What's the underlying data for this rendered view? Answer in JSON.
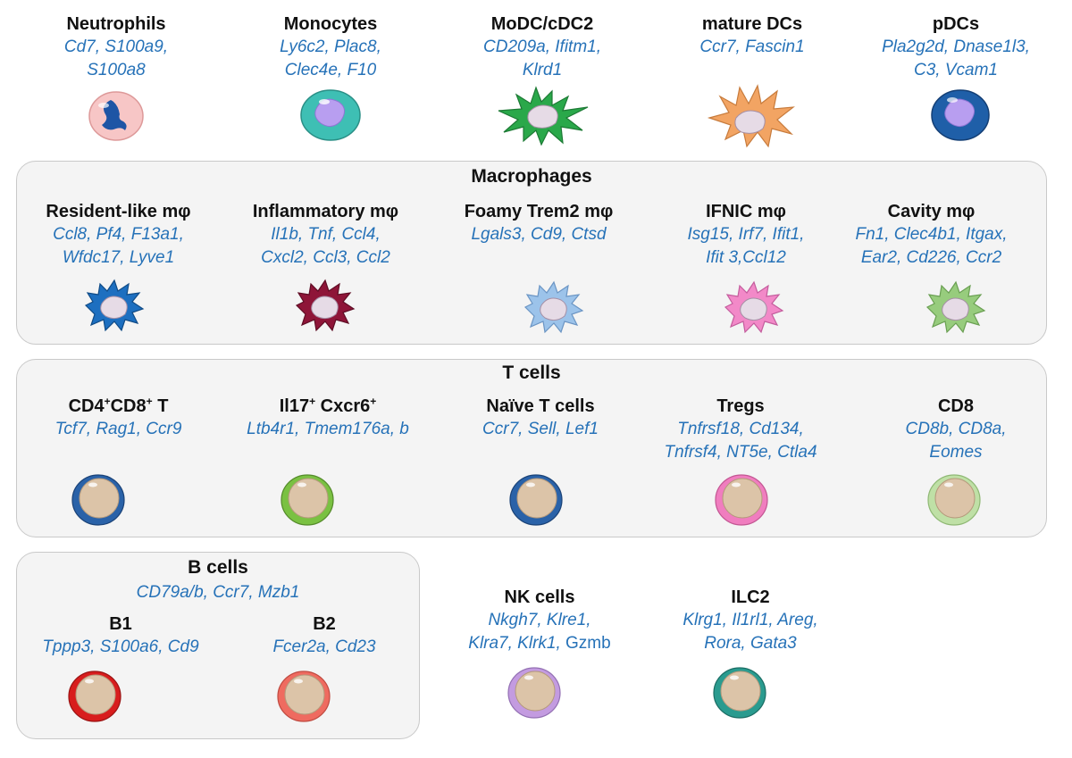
{
  "top_row": [
    {
      "name": "Neutrophils",
      "genes": [
        "Cd7, S100a9,",
        "S100a8"
      ],
      "color": "#f7c6c6",
      "icon": "neutrophil-icon"
    },
    {
      "name": "Monocytes",
      "genes": [
        "Ly6c2, Plac8,",
        "Clec4e, F10"
      ],
      "color": "#3ebfb4",
      "icon": "monocyte-icon"
    },
    {
      "name": "MoDC/cDC2",
      "genes": [
        "CD209a, Ifitm1,",
        "Klrd1"
      ],
      "color": "#2aa84a",
      "icon": "dendritic-cell-icon"
    },
    {
      "name": "mature DCs",
      "genes": [
        "Ccr7, Fascin1"
      ],
      "color": "#f2a463",
      "icon": "dendritic-cell-icon"
    },
    {
      "name": "pDCs",
      "genes": [
        "Pla2g2d, Dnase1l3,",
        "C3, Vcam1"
      ],
      "color": "#1f5fa8",
      "icon": "pdc-icon"
    }
  ],
  "macrophages": {
    "title": "Macrophages",
    "cells": [
      {
        "name": "Resident-like mφ",
        "genes": [
          "Ccl8, Pf4, F13a1,",
          "Wfdc17, Lyve1"
        ],
        "color": "#1d6fc0",
        "icon": "macrophage-icon"
      },
      {
        "name": "Inflammatory mφ",
        "genes": [
          "Il1b, Tnf, Ccl4,",
          "Cxcl2, Ccl3, Ccl2"
        ],
        "color": "#8e1538",
        "icon": "macrophage-icon"
      },
      {
        "name": "Foamy Trem2 mφ",
        "genes": [
          "Lgals3, Cd9, Ctsd"
        ],
        "color": "#9cc3ea",
        "icon": "macrophage-icon"
      },
      {
        "name": "IFNIC mφ",
        "genes": [
          "Isg15, Irf7, Ifit1,",
          "Ifit 3,Ccl12"
        ],
        "color": "#f289c8",
        "icon": "macrophage-icon"
      },
      {
        "name": "Cavity mφ",
        "genes": [
          "Fn1, Clec4b1, Itgax,",
          "Ear2, Cd226, Ccr2"
        ],
        "color": "#97cc7d",
        "icon": "macrophage-icon"
      }
    ]
  },
  "t_cells": {
    "title": "T cells",
    "cells": [
      {
        "name_parts": [
          "CD4",
          "+",
          "CD8",
          "+",
          " T"
        ],
        "genes": [
          "Tcf7, Rag1, Ccr9"
        ],
        "color": "#2a62a8",
        "icon": "lymphocyte-icon"
      },
      {
        "name_parts": [
          "Il17",
          "+",
          " Cxcr6",
          "+",
          ""
        ],
        "genes": [
          "Ltb4r1, Tmem176a, b"
        ],
        "color": "#7ac142",
        "icon": "lymphocyte-icon"
      },
      {
        "name": "Naïve T cells",
        "genes": [
          "Ccr7, Sell, Lef1"
        ],
        "color": "#2a62a8",
        "icon": "lymphocyte-icon"
      },
      {
        "name": "Tregs",
        "genes": [
          "Tnfrsf18, Cd134,",
          "Tnfrsf4, NT5e, Ctla4"
        ],
        "color": "#f07dbf",
        "icon": "lymphocyte-icon"
      },
      {
        "name": "CD8",
        "genes": [
          "CD8b, CD8a,",
          "Eomes"
        ],
        "color": "#bfe0a6",
        "icon": "lymphocyte-icon"
      }
    ]
  },
  "b_cells": {
    "title": "B cells",
    "genes": "CD79a/b, Ccr7, Mzb1",
    "cells": [
      {
        "name": "B1",
        "genes": [
          "Tppp3, S100a6, Cd9"
        ],
        "color": "#d81d1d",
        "icon": "lymphocyte-icon"
      },
      {
        "name": "B2",
        "genes": [
          "Fcer2a, Cd23"
        ],
        "color": "#ef6b60",
        "icon": "lymphocyte-icon"
      }
    ]
  },
  "other": [
    {
      "name": "NK cells",
      "genes_plain": [
        "Nkgh7, Klre1,",
        "Klra7, Klrk1, "
      ],
      "genes_tail": "Gzmb",
      "color": "#c39be0",
      "icon": "lymphocyte-icon"
    },
    {
      "name": "ILC2",
      "genes": [
        "Klrg1, Il1rl1, Areg,",
        "Rora, Gata3"
      ],
      "color": "#2a9b8f",
      "icon": "lymphocyte-icon"
    }
  ]
}
